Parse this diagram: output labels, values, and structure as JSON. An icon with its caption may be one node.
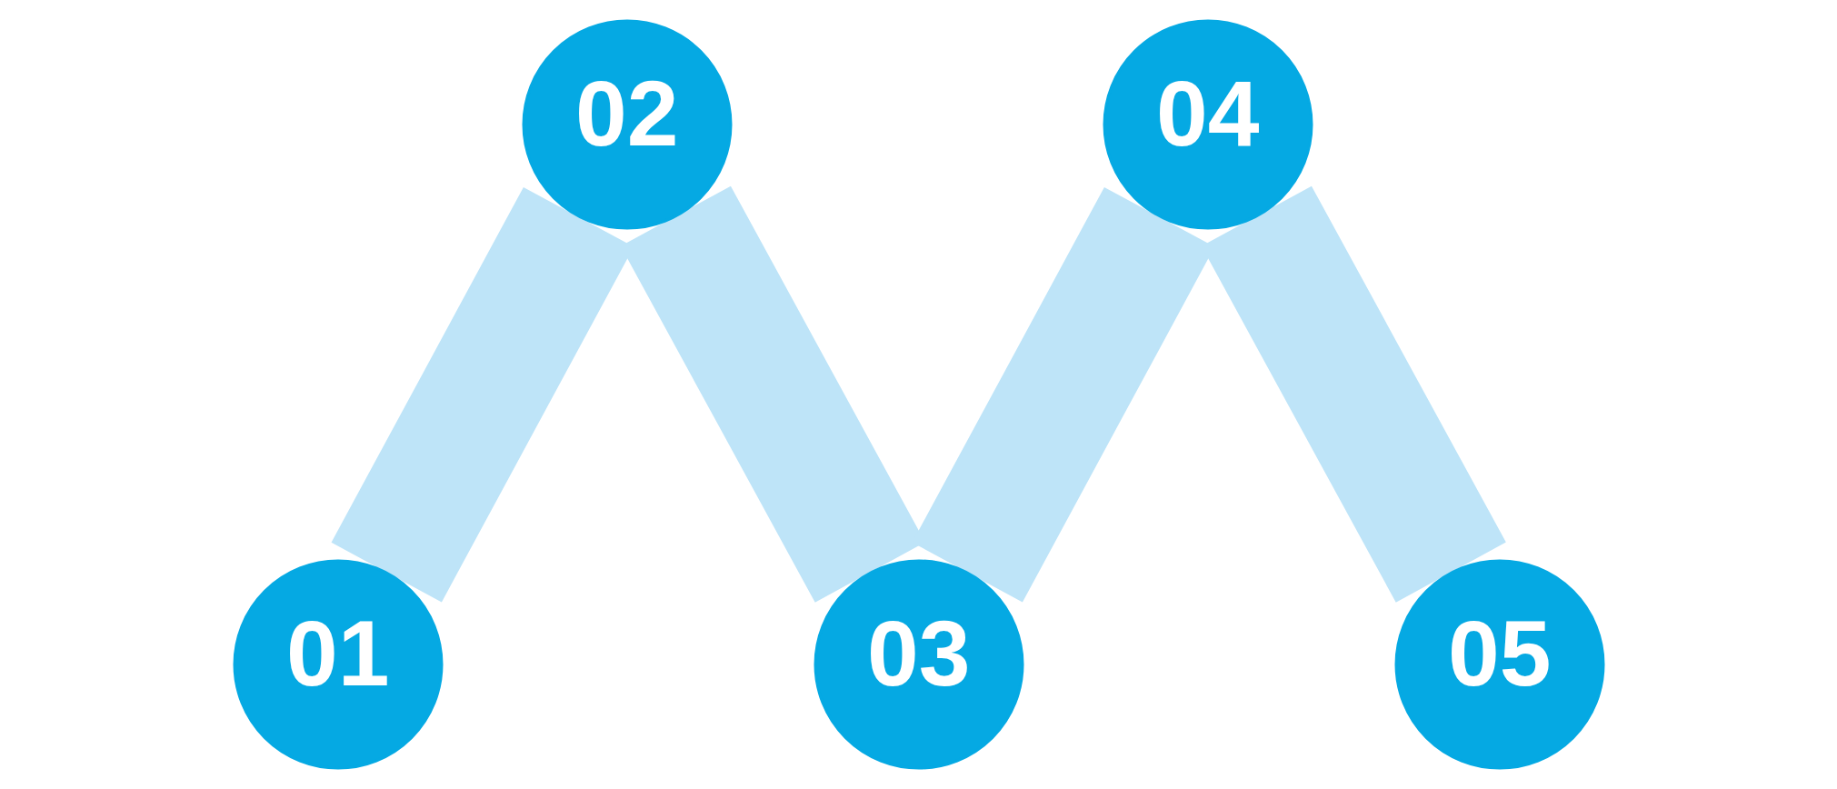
{
  "diagram": {
    "nodes": [
      {
        "text": [
          "01"
        ]
      },
      {
        "text": [
          "02"
        ]
      },
      {
        "text": [
          "03"
        ]
      },
      {
        "text": [
          "04"
        ]
      },
      {
        "text": [
          "05"
        ]
      }
    ],
    "edges": [
      {
        "from": 0,
        "to": 1,
        "arrow": "none"
      },
      {
        "from": 1,
        "to": 2,
        "arrow": "none"
      },
      {
        "from": 2,
        "to": 3,
        "arrow": "none"
      },
      {
        "from": 3,
        "to": 4,
        "arrow": "none"
      }
    ]
  }
}
